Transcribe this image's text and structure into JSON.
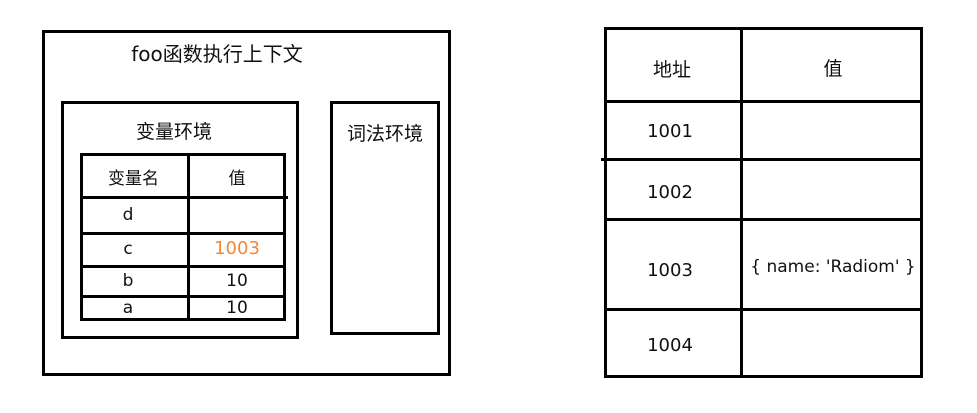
{
  "context": {
    "title": "foo函数执行上下文",
    "variable_env": {
      "title": "变量环境",
      "headers": [
        "变量名",
        "值"
      ],
      "rows": [
        {
          "name": "d",
          "value": ""
        },
        {
          "name": "c",
          "value": "1003"
        },
        {
          "name": "b",
          "value": "10"
        },
        {
          "name": "a",
          "value": "10"
        }
      ]
    },
    "lexical_env": {
      "title": "词法环境"
    }
  },
  "memory": {
    "headers": [
      "地址",
      "值"
    ],
    "rows": [
      {
        "address": "1001",
        "value": ""
      },
      {
        "address": "1002",
        "value": ""
      },
      {
        "address": "1003",
        "value": "{ name: 'Radiom' }"
      },
      {
        "address": "1004",
        "value": ""
      }
    ]
  },
  "colors": {
    "highlight": "#f0883a",
    "stroke": "#000000"
  }
}
